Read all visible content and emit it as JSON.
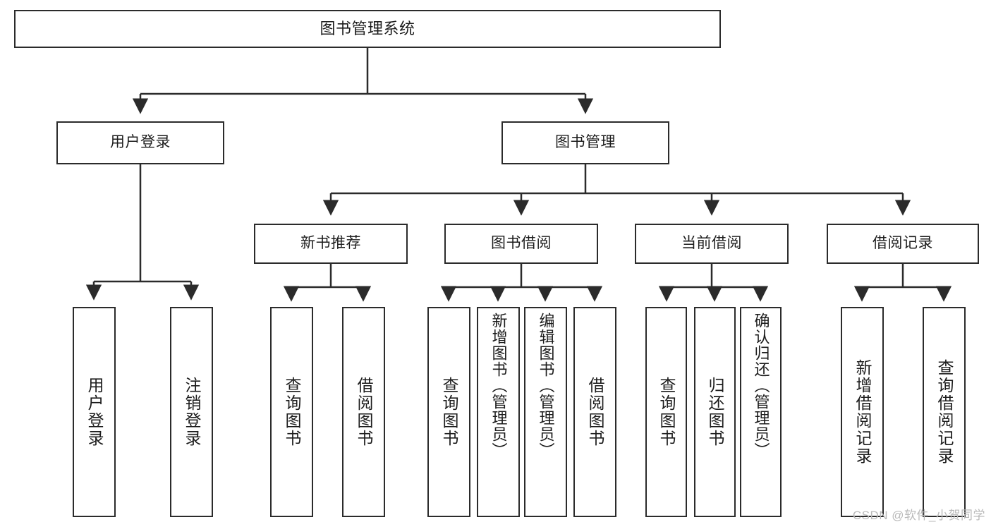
{
  "diagram": {
    "title": "图书管理系统",
    "watermark": "CSDN @软件_小贺同学",
    "colors": {
      "stroke": "#2b2b2b",
      "fill": "#ffffff",
      "text": "#1c1c1c",
      "watermark": "#b9b9b9"
    },
    "type": "tree-hierarchy",
    "levels": 4
  },
  "nodes": {
    "root": {
      "label": "图书管理系统"
    },
    "level1": [
      {
        "id": "user-login",
        "label": "用户登录"
      },
      {
        "id": "book-manage",
        "label": "图书管理"
      }
    ],
    "level2": [
      {
        "id": "new-book-recommend",
        "label": "新书推荐"
      },
      {
        "id": "book-borrow",
        "label": "图书借阅"
      },
      {
        "id": "current-borrow",
        "label": "当前借阅"
      },
      {
        "id": "borrow-record",
        "label": "借阅记录"
      }
    ],
    "leaves": {
      "user_login": [
        {
          "id": "leaf-user-login",
          "label": "用户登录"
        },
        {
          "id": "leaf-logout-login",
          "label": "注销登录"
        }
      ],
      "new_book_recommend": [
        {
          "id": "leaf-query-book-1",
          "label": "查询图书"
        },
        {
          "id": "leaf-borrow-book-1",
          "label": "借阅图书"
        }
      ],
      "book_borrow": [
        {
          "id": "leaf-query-book-2",
          "label": "查询图书"
        },
        {
          "id": "leaf-add-book",
          "label": "新增图书（管理员）"
        },
        {
          "id": "leaf-edit-book",
          "label": "编辑图书（管理员）"
        },
        {
          "id": "leaf-borrow-book-2",
          "label": "借阅图书"
        }
      ],
      "current_borrow": [
        {
          "id": "leaf-query-book-3",
          "label": "查询图书"
        },
        {
          "id": "leaf-return-book",
          "label": "归还图书"
        },
        {
          "id": "leaf-confirm-return",
          "label": "确认归还（管理员）"
        }
      ],
      "borrow_record": [
        {
          "id": "leaf-add-record",
          "label": "新增借阅记录"
        },
        {
          "id": "leaf-query-record",
          "label": "查询借阅记录"
        }
      ]
    }
  }
}
